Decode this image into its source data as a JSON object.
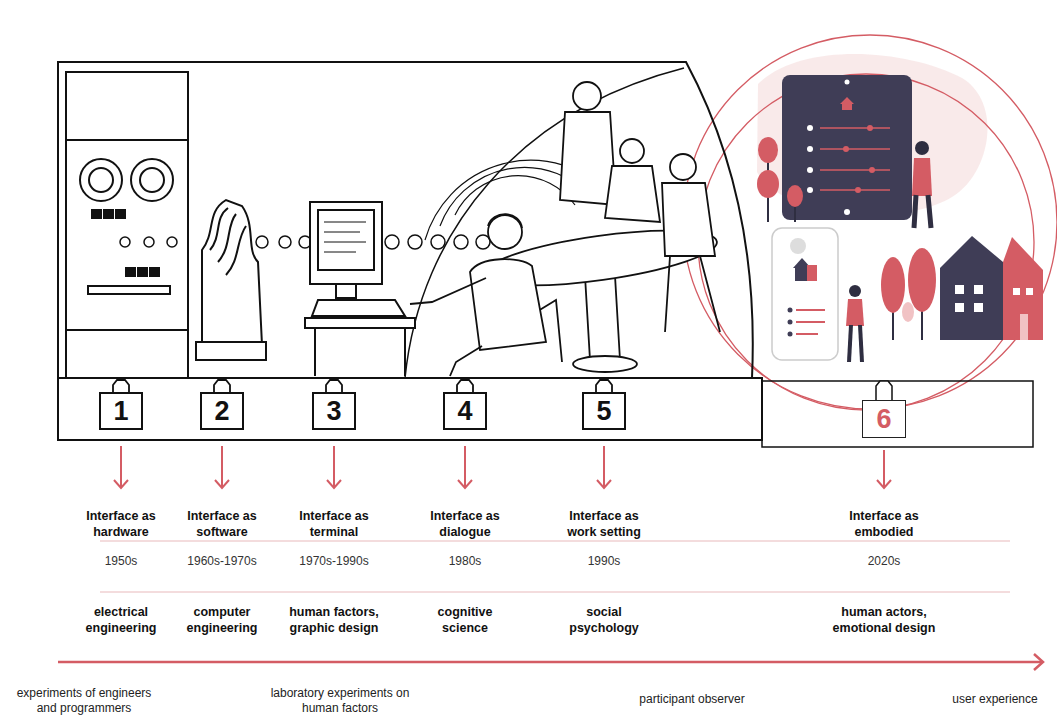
{
  "diagram": {
    "nodes": [
      {
        "text": [
          "1"
        ]
      },
      {
        "text": [
          "2"
        ]
      },
      {
        "text": [
          "3"
        ]
      },
      {
        "text": [
          "4"
        ]
      },
      {
        "text": [
          "5"
        ]
      },
      {
        "text": [
          "6"
        ]
      }
    ],
    "labels": [
      "Interface as hardware",
      "Interface as software",
      "Interface as terminal",
      "Interface as dialogue",
      "Interface as work setting",
      "Interface as embodied",
      "1950s",
      "1960s-1970s",
      "1970s-1990s",
      "1980s",
      "1990s",
      "2020s",
      "electrical engineering",
      "computer engineering",
      "human factors, graphic design",
      "cognitive science",
      "social psychology",
      "human actors, emotional design",
      "experiments of engineers and programmers",
      "laboratory experiments on human factors",
      "participant observer",
      "user experience"
    ]
  }
}
